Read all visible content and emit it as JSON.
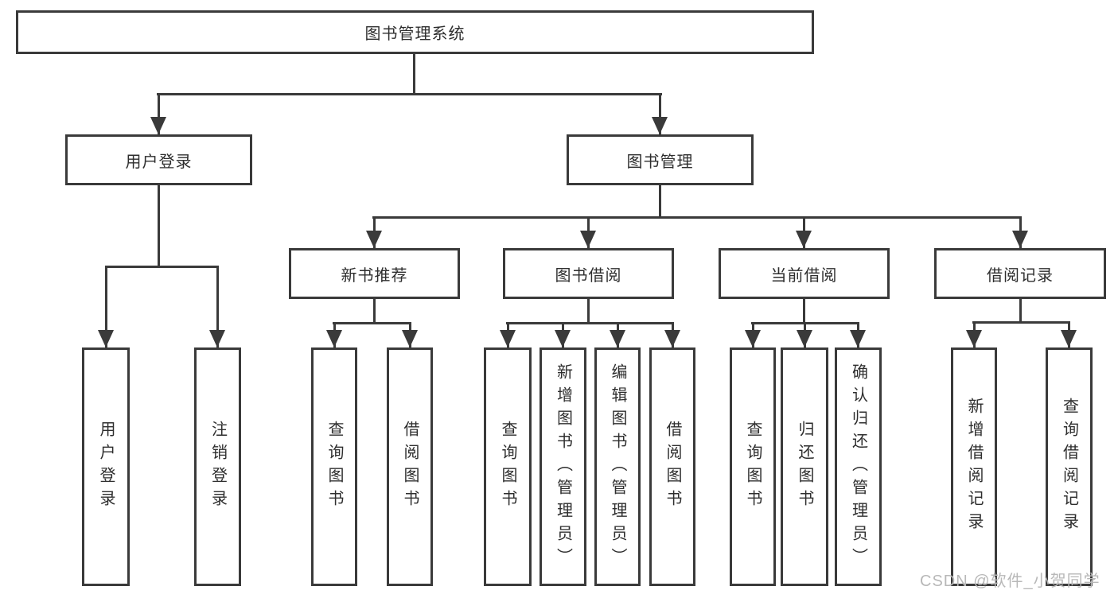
{
  "diagram": {
    "type": "hierarchy-tree",
    "tree": {
      "label": "图书管理系统",
      "children": [
        {
          "label": "用户登录",
          "children": [
            {
              "label": "用户登录"
            },
            {
              "label": "注销登录"
            }
          ]
        },
        {
          "label": "图书管理",
          "children": [
            {
              "label": "新书推荐",
              "children": [
                {
                  "label": "查询图书"
                },
                {
                  "label": "借阅图书"
                }
              ]
            },
            {
              "label": "图书借阅",
              "children": [
                {
                  "label": "查询图书"
                },
                {
                  "label": "新增图书（管理员）"
                },
                {
                  "label": "编辑图书（管理员）"
                },
                {
                  "label": "借阅图书"
                }
              ]
            },
            {
              "label": "当前借阅",
              "children": [
                {
                  "label": "查询图书"
                },
                {
                  "label": "归还图书"
                },
                {
                  "label": "确认归还（管理员）"
                }
              ]
            },
            {
              "label": "借阅记录",
              "children": [
                {
                  "label": "新增借阅记录"
                },
                {
                  "label": "查询借阅记录"
                }
              ]
            }
          ]
        }
      ]
    },
    "colors": {
      "line": "#3a3a3a",
      "box_border": "#3a3a3a",
      "text": "#2e2e2e",
      "background": "#ffffff",
      "watermark_text": "#b8b8b8"
    }
  },
  "watermark": {
    "text": "CSDN @软件_小贺同学"
  }
}
